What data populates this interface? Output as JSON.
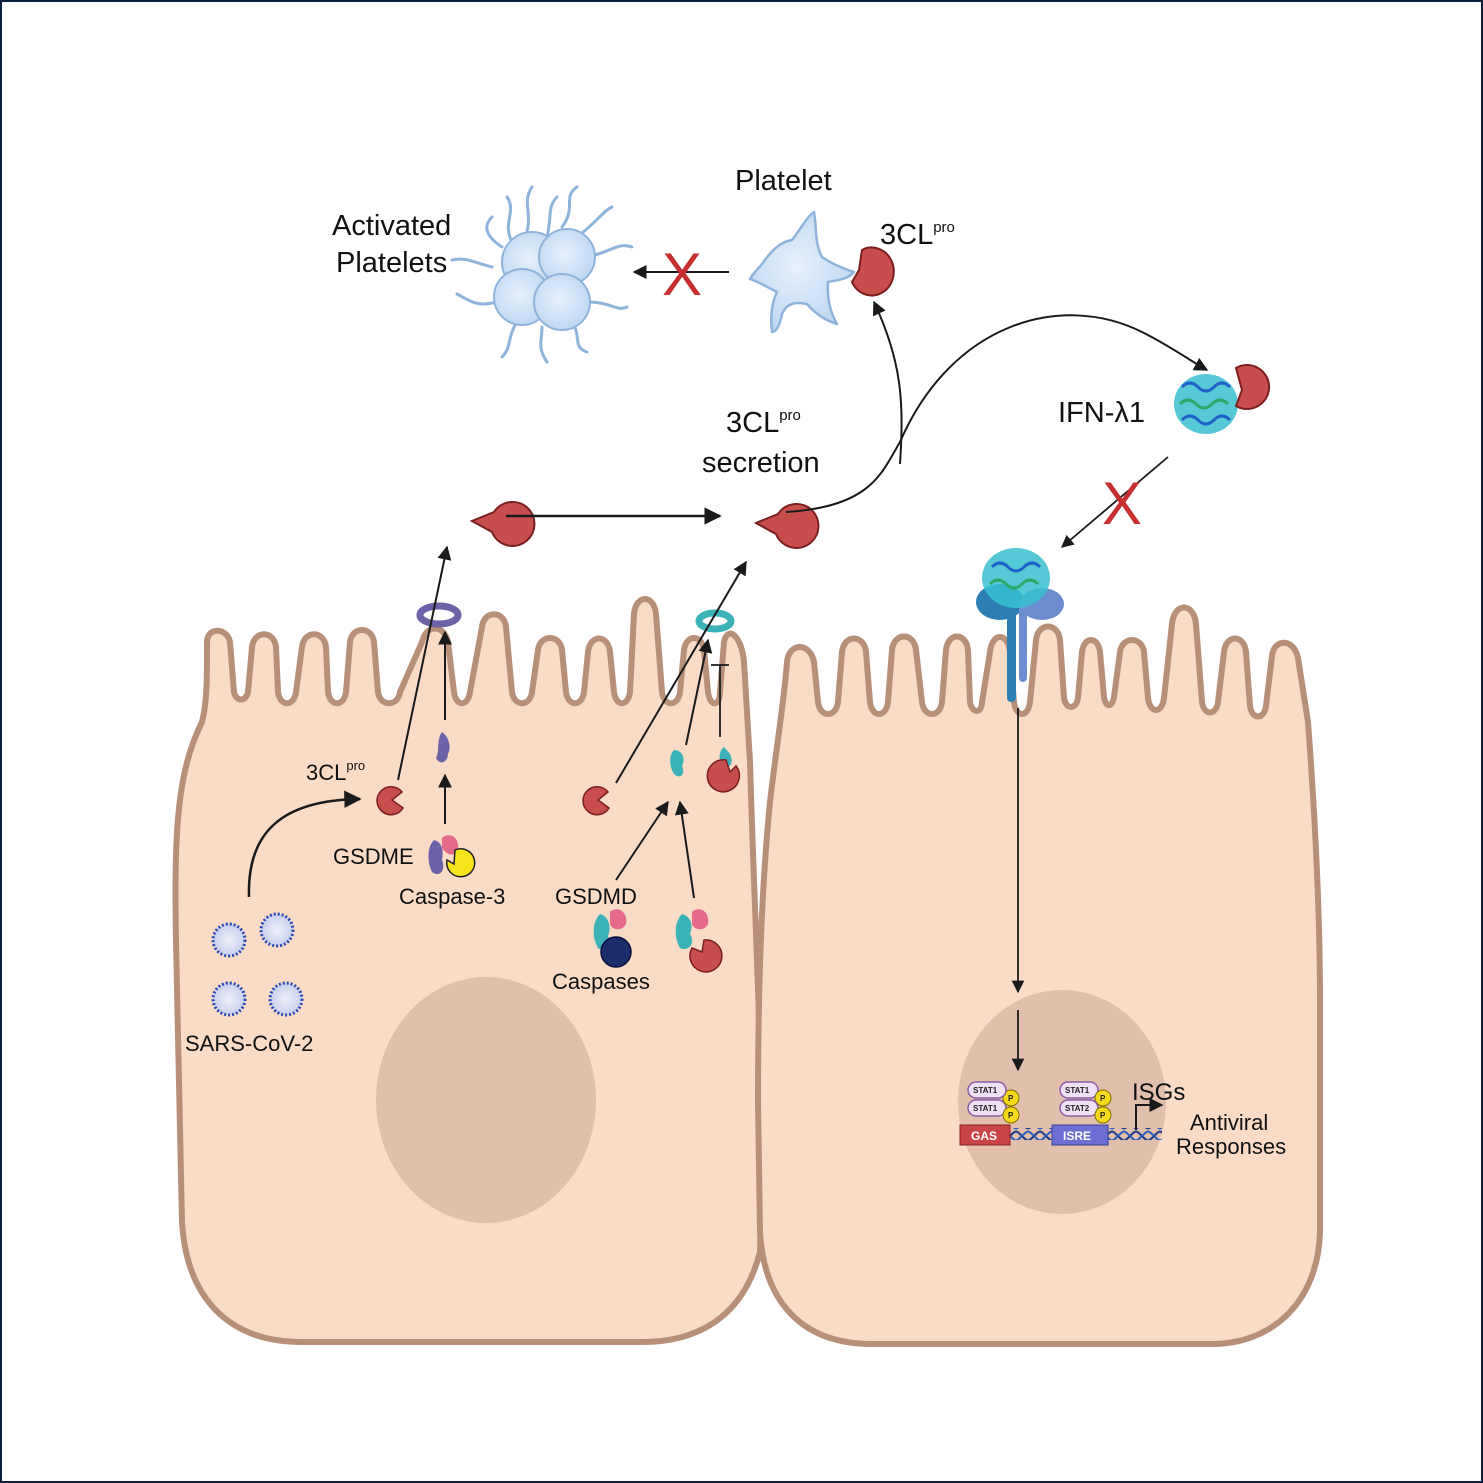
{
  "figure": {
    "type": "biological pathway schematic",
    "frame_color": "#0b2142",
    "colors": {
      "cell_fill": "#f9dbc6",
      "cell_membrane": "#b89078",
      "nucleus_fill": "#e2bfac",
      "protease_3clpro": "#c84e4e",
      "platelet": "#cfe3f7",
      "inhibition_x": "#c62f2f",
      "gsdme": "#6d61a8",
      "gsdmd": "#3bb1b8",
      "caspase3": "#f5e51a",
      "caspases": "#1d2c6b",
      "receptor": "#2d7fb3",
      "gas_box": "#c94545",
      "isre_box": "#6b6fd1",
      "phospho": "#f5d91a"
    }
  },
  "labels": {
    "platelet": "Platelet",
    "activated_platelets_line1": "Activated",
    "activated_platelets_line2": "Platelets",
    "platelet_3clpro_main": "3CL",
    "platelet_3clpro_sup": "pro",
    "secretion_main": "3CL",
    "secretion_sup": "pro",
    "secretion_word": "secretion",
    "ifn": "IFN-λ1",
    "intracell_3clpro_main": "3CL",
    "intracell_3clpro_sup": "pro",
    "gsdme": "GSDME",
    "caspase3": "Caspase-3",
    "gsdmd": "GSDMD",
    "caspases": "Caspases",
    "sars": "SARS-CoV-2",
    "isgs": "ISGs",
    "antiviral_line1": "Antiviral",
    "antiviral_line2": "Responses",
    "x_mark": "X"
  },
  "nucleus_right": {
    "gas_dimer": [
      "STAT1",
      "STAT1"
    ],
    "isre_dimer": [
      "STAT1",
      "STAT2"
    ],
    "phospho_label": "P",
    "gas_label": "GAS",
    "isre_label": "ISRE"
  },
  "pathway": [
    {
      "from": "SARS-CoV-2",
      "to": "3CLpro (intracellular)",
      "relation": "produces"
    },
    {
      "from": "GSDME + Caspase-3",
      "to": "GSDME N-terminal",
      "relation": "cleavage"
    },
    {
      "from": "GSDME N-terminal",
      "to": "GSDME pore",
      "relation": "forms"
    },
    {
      "from": "3CLpro (intracellular)",
      "to": "3CLpro (extracellular)",
      "relation": "secreted via GSDME pore"
    },
    {
      "from": "GSDMD + Caspases",
      "to": "GSDMD N-terminal",
      "relation": "cleavage"
    },
    {
      "from": "GSDMD + 3CLpro",
      "to": "GSDMD fragment",
      "relation": "cleavage"
    },
    {
      "from": "GSDMD fragment (3CLpro-cleaved)",
      "to": "GSDMD pore",
      "relation": "inhibits"
    },
    {
      "from": "3CLpro secretion",
      "to": "Platelet",
      "relation": "cleaves"
    },
    {
      "from": "Platelet",
      "to": "Activated Platelets",
      "relation": "blocked"
    },
    {
      "from": "3CLpro secretion",
      "to": "IFN-λ1",
      "relation": "cleaves"
    },
    {
      "from": "IFN-λ1",
      "to": "IFN-λ receptor",
      "relation": "blocked"
    },
    {
      "from": "IFN-λ receptor",
      "to": "Nucleus STAT signaling",
      "relation": "signals"
    },
    {
      "from": "ISRE",
      "to": "ISGs / Antiviral Responses",
      "relation": "transcription"
    }
  ]
}
